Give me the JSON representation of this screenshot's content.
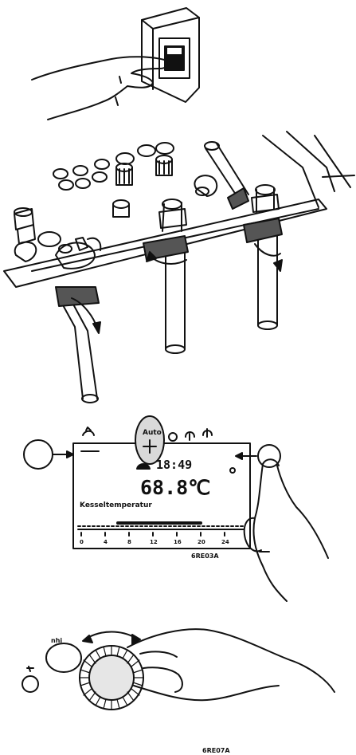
{
  "display": {
    "mode_label": "Auto",
    "time": "18:49",
    "temperature": "68.8℃",
    "caption": "Kesseltemperatur",
    "scale_ticks": [
      "0",
      "4",
      "8",
      "12",
      "16",
      "20",
      "24"
    ]
  },
  "codes": {
    "fig3": "6RE03A",
    "fig4": "6RE07A"
  },
  "knob_panel": {
    "label": "nhi"
  },
  "colors": {
    "ink": "#111111",
    "paper": "#ffffff",
    "highlight": "#d9d9d9"
  }
}
